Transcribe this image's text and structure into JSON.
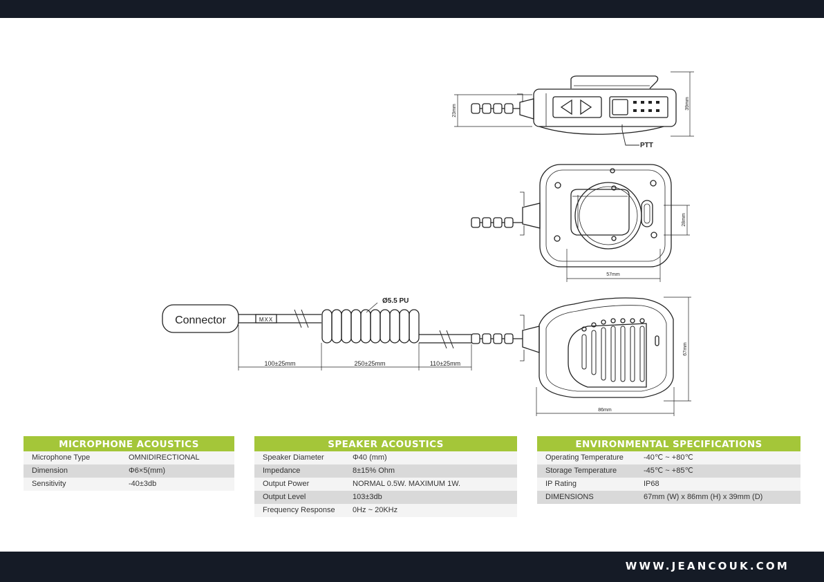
{
  "drawing_labels": {
    "connector": "Connector",
    "cable_tag": "MXX",
    "cable_spec": "Ø5.5 PU",
    "dim_100": "100±25mm",
    "dim_250": "250±25mm",
    "dim_110": "110±25mm",
    "ptt": "PTT",
    "dim_23": "23mm",
    "dim_39": "39mm",
    "dim_28": "28mm",
    "dim_57": "57mm",
    "dim_67": "67mm",
    "dim_86": "86mm"
  },
  "tables": {
    "microphone": {
      "title": "MICROPHONE ACOUSTICS",
      "rows": [
        {
          "label": "Microphone Type",
          "value": "OMNIDIRECTIONAL"
        },
        {
          "label": "Dimension",
          "value": "Φ6×5(mm)"
        },
        {
          "label": "Sensitivity",
          "value": "-40±3db"
        }
      ]
    },
    "speaker": {
      "title": "SPEAKER ACOUSTICS",
      "rows": [
        {
          "label": "Speaker Diameter",
          "value": "Φ40 (mm)"
        },
        {
          "label": "Impedance",
          "value": "8±15% Ohm"
        },
        {
          "label": "Output Power",
          "value": "NORMAL 0.5W. MAXIMUM 1W."
        },
        {
          "label": "Output Level",
          "value": "103±3db"
        },
        {
          "label": "Frequency Response",
          "value": "0Hz ~ 20KHz"
        }
      ]
    },
    "environmental": {
      "title": "ENVIRONMENTAL SPECIFICATIONS",
      "rows": [
        {
          "label": "Operating Temperature",
          "value": "-40℃ ~ +80℃"
        },
        {
          "label": "Storage Temperature",
          "value": "-45℃ ~ +85℃"
        },
        {
          "label": "IP Rating",
          "value": "IP68"
        },
        {
          "label": "DIMENSIONS",
          "value": "67mm (W) x 86mm (H) x 39mm (D)"
        }
      ]
    }
  },
  "footer": {
    "website": "WWW.JEANCOUK.COM"
  },
  "colors": {
    "bar": "#151b26",
    "accent": "#a4c639",
    "row_even": "#d9d9d9",
    "row_odd": "#f4f4f4"
  }
}
